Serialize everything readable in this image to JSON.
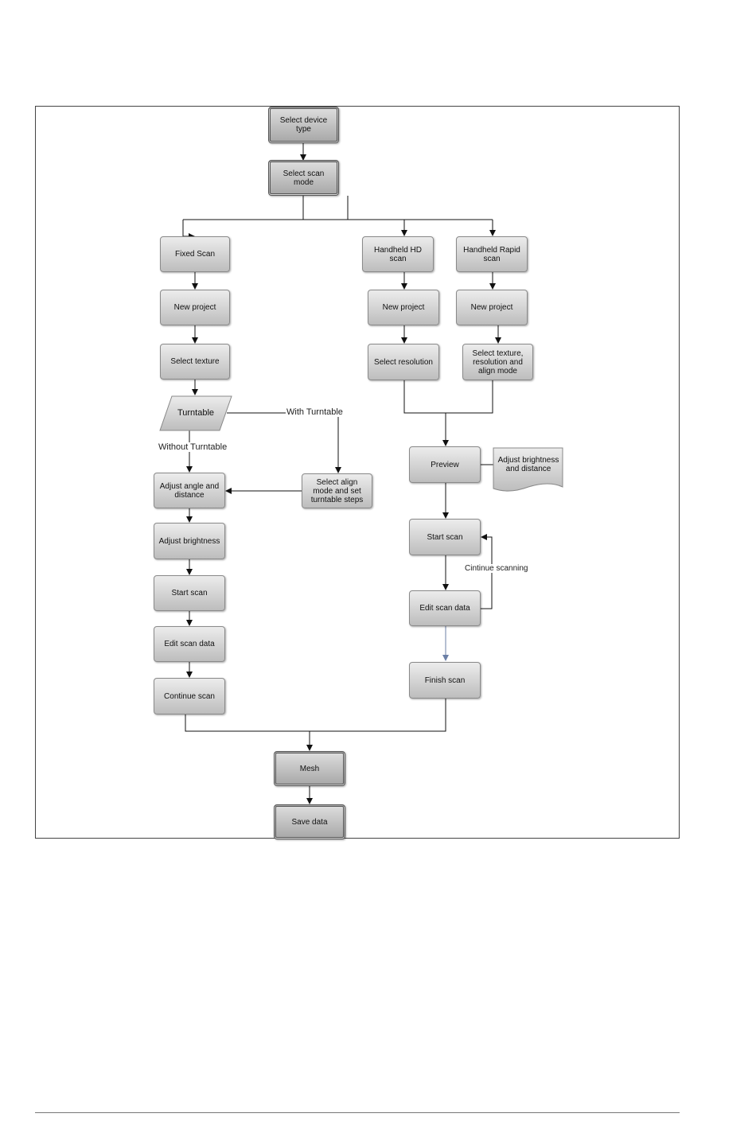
{
  "nodes": {
    "select_device_type": "Select device type",
    "select_scan_mode": "Select scan mode",
    "fixed_scan": "Fixed Scan",
    "handheld_hd_scan": "Handheld HD scan",
    "handheld_rapid_scan": "Handheld Rapid scan",
    "new_project_fixed": "New project",
    "new_project_hd": "New project",
    "new_project_rapid": "New project",
    "select_texture": "Select texture",
    "select_resolution": "Select resolution",
    "select_texture_resolution_align": "Select texture, resolution and align mode",
    "turntable": "Turntable",
    "adjust_angle_distance": "Adjust angle and distance",
    "select_align_turntable": "Select align mode and set turntable steps",
    "adjust_brightness": "Adjust brightness",
    "start_scan_fixed": "Start scan",
    "edit_scan_data_fixed": "Edit scan data",
    "continue_scan": "Continue scan",
    "preview": "Preview",
    "adjust_brightness_distance": "Adjust brightness and distance",
    "start_scan_handheld": "Start scan",
    "edit_scan_data_handheld": "Edit scan data",
    "finish_scan": "Finish scan",
    "mesh": "Mesh",
    "save_data": "Save data"
  },
  "edge_labels": {
    "with_turntable": "With Turntable",
    "without_turntable": "Without Turntable",
    "continue_scanning": "Cintinue scanning"
  }
}
